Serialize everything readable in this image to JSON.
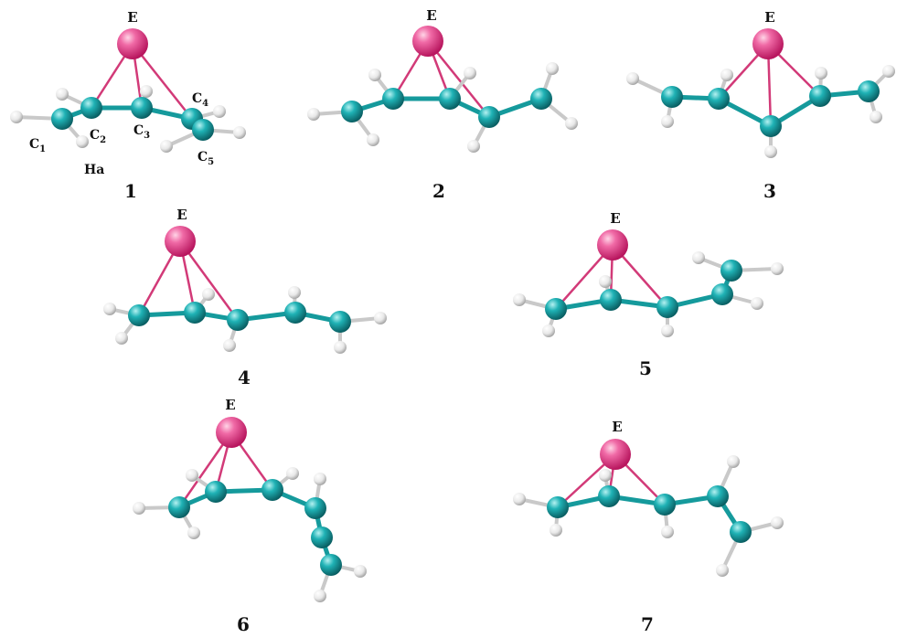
{
  "element_label": "E",
  "structure_numbers": [
    "1",
    "2",
    "3",
    "4",
    "5",
    "6",
    "7"
  ],
  "atom_labels": {
    "c1": "C",
    "c1_sub": "1",
    "c2": "C",
    "c2_sub": "2",
    "c3": "C",
    "c3_sub": "3",
    "c4": "C",
    "c4_sub": "4",
    "c5": "C",
    "c5_sub": "5",
    "ha": "Ha"
  },
  "colors": {
    "E_atom": "#e0508f",
    "carbon": "#1a9fa3",
    "hydrogen": "#eeeeee",
    "bond_carbon": "#159a9c",
    "bond_E": "#d23a78"
  }
}
